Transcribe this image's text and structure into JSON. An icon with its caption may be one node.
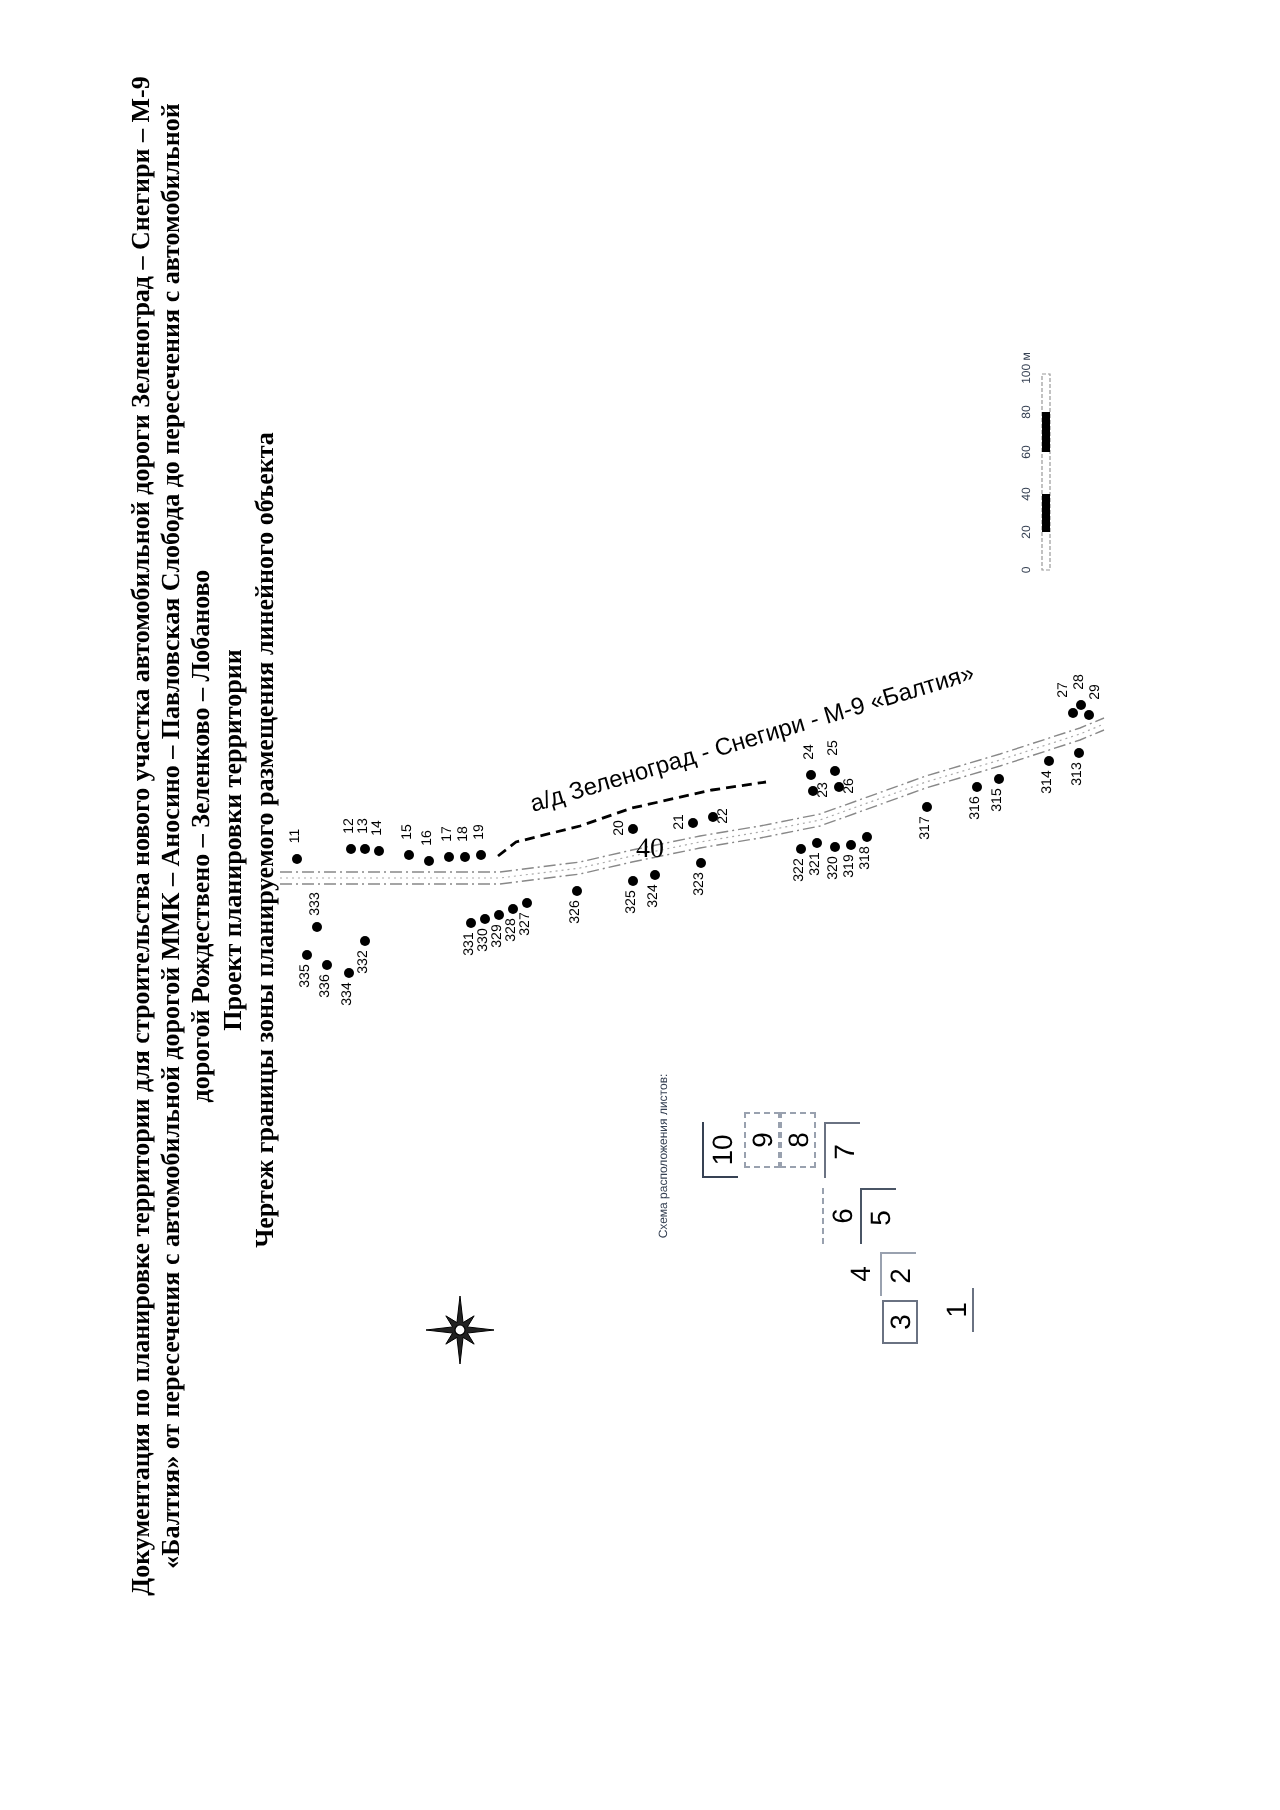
{
  "diagram": {
    "title": "Документация по планировке территории для строительства нового участка автомобильной дороги Зеленоград – Снегири – М-9 «Балтия» от пересечения с автомобильной дорогой ММК – Аносино – Павловская Слобода до пересечения с автомобильной дорогой Рождествено – Зеленково – Лобаново",
    "nodes": [
      {
        "text": [
          "10"
        ]
      },
      {
        "text": [
          "9"
        ]
      },
      {
        "text": [
          "8"
        ]
      },
      {
        "text": [
          "7"
        ]
      },
      {
        "text": [
          "6"
        ]
      },
      {
        "text": [
          "5"
        ]
      },
      {
        "text": [
          "4"
        ]
      },
      {
        "text": [
          "2"
        ]
      },
      {
        "text": [
          "3"
        ]
      },
      {
        "text": [
          "1"
        ]
      }
    ],
    "labels": [
      "40",
      "Проект планировки территории",
      "Чертеж границы зоны планируемого размещения линейного объекта",
      "а/д Зеленоград - Снегири - М-9 «Балтия»",
      "11",
      "12",
      "13",
      "14",
      "15",
      "16",
      "17",
      "18",
      "19",
      "20",
      "21",
      "22",
      "23",
      "24",
      "25",
      "26",
      "27",
      "28",
      "29",
      "313",
      "314",
      "315",
      "316",
      "317",
      "318",
      "319",
      "320",
      "321",
      "322",
      "323",
      "324",
      "325",
      "326",
      "327",
      "328",
      "329",
      "330",
      "331",
      "332",
      "333",
      "334",
      "335",
      "336",
      "Схема расположения листов:",
      "0",
      "20",
      "40",
      "60",
      "80",
      "100 м"
    ]
  }
}
